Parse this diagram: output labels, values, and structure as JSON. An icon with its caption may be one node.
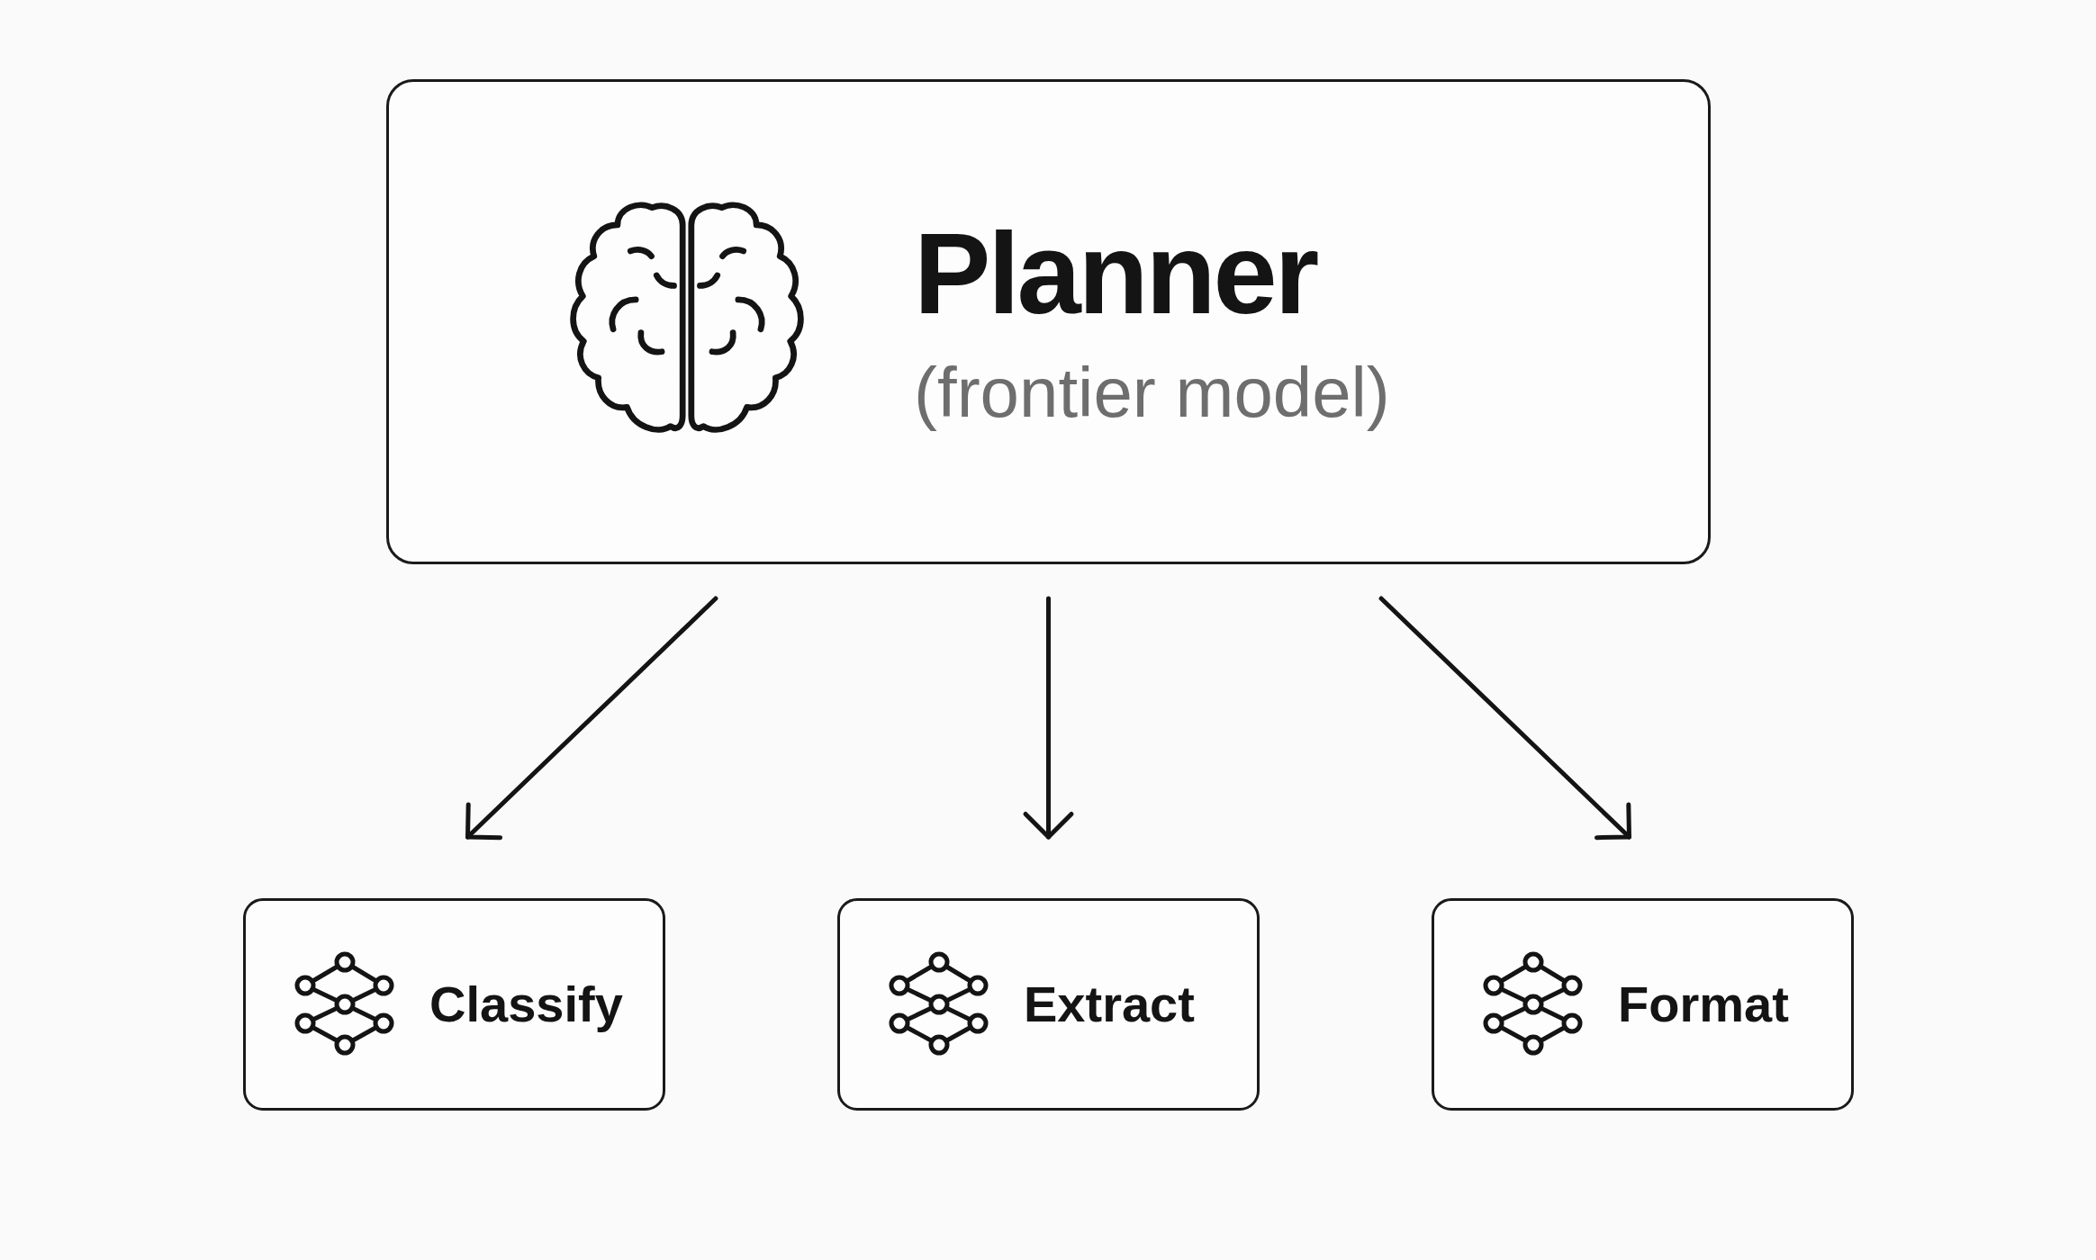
{
  "diagram": {
    "nodes": [
      {
        "text": [
          "Planner",
          "(frontier model)"
        ]
      },
      {
        "text": [
          "Classify"
        ]
      },
      {
        "text": [
          "Extract"
        ]
      },
      {
        "text": [
          "Format"
        ]
      }
    ],
    "edges": [
      {
        "from": 0,
        "to": 1,
        "arrow": "to"
      },
      {
        "from": 0,
        "to": 2,
        "arrow": "to"
      },
      {
        "from": 0,
        "to": 3,
        "arrow": "to"
      }
    ]
  }
}
